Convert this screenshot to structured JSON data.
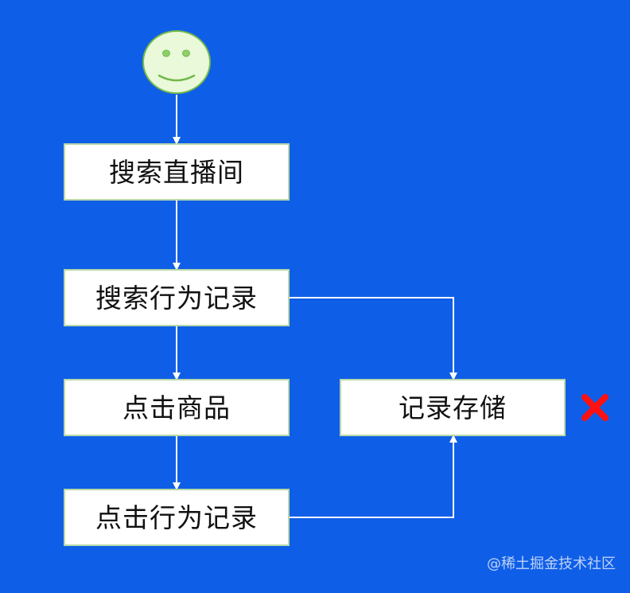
{
  "diagram": {
    "nodes": [
      {
        "id": "search-live-room",
        "label": "搜索直播间"
      },
      {
        "id": "search-behavior-record",
        "label": "搜索行为记录"
      },
      {
        "id": "click-product",
        "label": "点击商品"
      },
      {
        "id": "click-behavior-record",
        "label": "点击行为记录"
      },
      {
        "id": "record-storage",
        "label": "记录存储"
      }
    ],
    "edges": [
      {
        "from": "start-smiley",
        "to": "search-live-room"
      },
      {
        "from": "search-live-room",
        "to": "search-behavior-record"
      },
      {
        "from": "search-behavior-record",
        "to": "click-product"
      },
      {
        "from": "click-product",
        "to": "click-behavior-record"
      },
      {
        "from": "search-behavior-record",
        "to": "record-storage"
      },
      {
        "from": "click-behavior-record",
        "to": "record-storage"
      }
    ],
    "icons": {
      "start": "smiley-face-icon",
      "fail": "red-cross-icon"
    },
    "colors": {
      "background": "#0f5ee7",
      "node_fill": "#ffffff",
      "node_border": "#b7d8a8",
      "smiley_fill": "#e9f9d9",
      "smiley_stroke": "#73b84b",
      "fail_mark": "#ff1111"
    },
    "watermark": "@稀土掘金技术社区"
  }
}
